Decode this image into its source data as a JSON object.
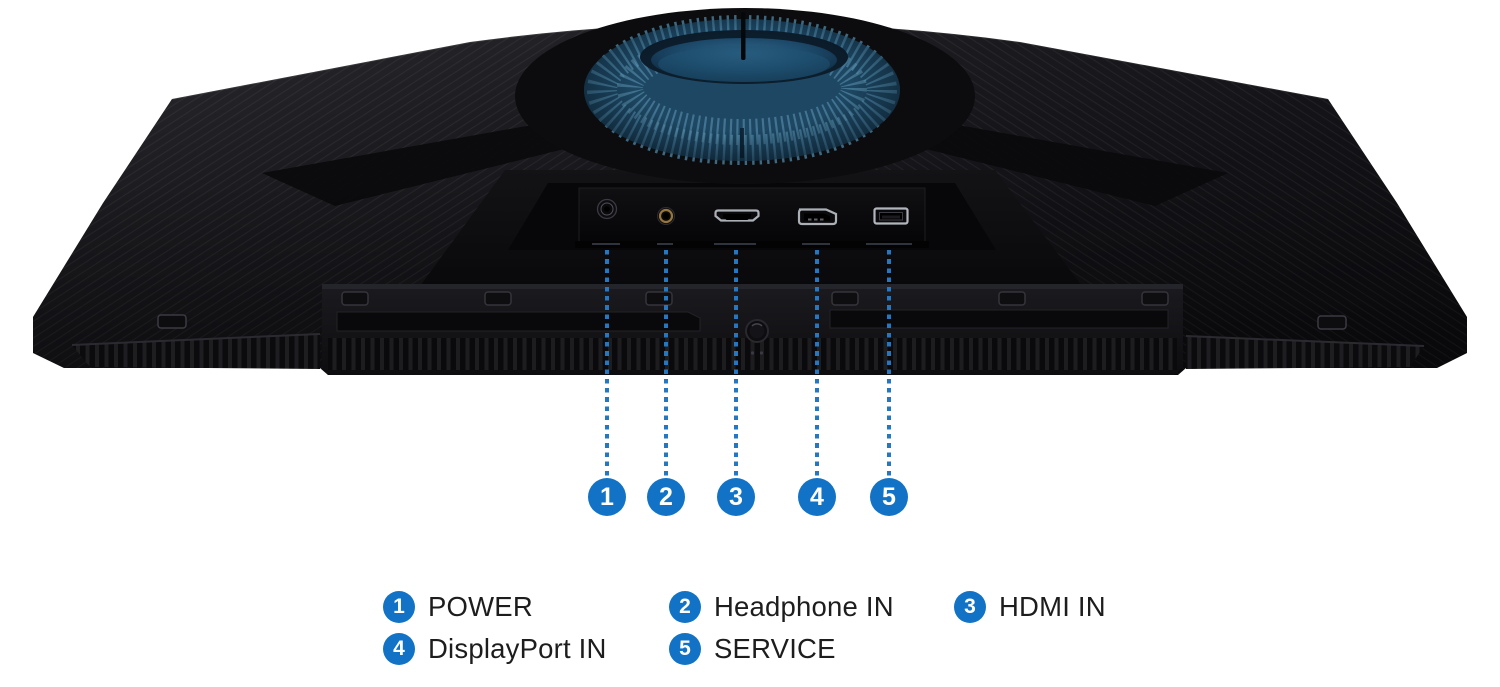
{
  "diagram": {
    "subject": "monitor-rear-bottom-view-port-diagram",
    "background_color": "#ffffff",
    "accent_blue": "#1273c6",
    "dotted_line_blue": "#2577c1",
    "body_black": "#141417",
    "collar_rib_blue": "#5a8fae",
    "badge_text_color": "#ffffff",
    "legend_text_color": "#1d1d1d"
  },
  "items": [
    {
      "num": "1",
      "label": "POWER",
      "icon": "dc-power-jack-icon"
    },
    {
      "num": "2",
      "label": "Headphone IN",
      "icon": "headphone-jack-icon"
    },
    {
      "num": "3",
      "label": "HDMI IN",
      "icon": "hdmi-port-icon"
    },
    {
      "num": "4",
      "label": "DisplayPort IN",
      "icon": "displayport-port-icon"
    },
    {
      "num": "5",
      "label": "SERVICE",
      "icon": "usb-service-port-icon"
    }
  ]
}
